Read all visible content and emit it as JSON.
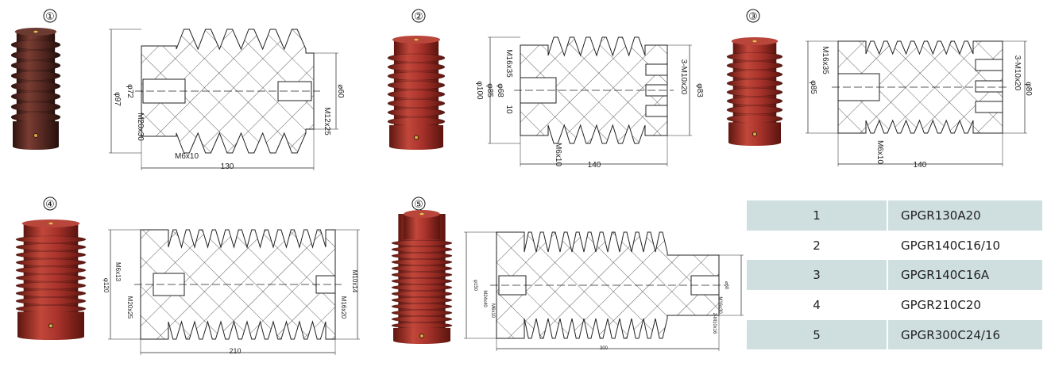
{
  "products": [
    {
      "number": "①",
      "color": "#5a2b24",
      "dims": {
        "d_outer": "φ97",
        "d_inner": "φ72",
        "thread_left": "M20x30",
        "d_right": "⌀60",
        "thread_right": "M12x25",
        "side_hole": "M6x10",
        "length": "130"
      }
    },
    {
      "number": "②",
      "color": "#a8332b",
      "dims": {
        "d_outer": "φ100",
        "d_mid": "φ85",
        "d_inner": "φ68",
        "thread_left": "M16x35",
        "offset": "10",
        "side_hole": "M6x10",
        "length": "140",
        "thread_right": "3-M10x20",
        "d_right": "φ83"
      }
    },
    {
      "number": "③",
      "color": "#a8332b",
      "dims": {
        "thread_left": "M16x35",
        "d_outer": "φ85",
        "side_hole": "M6x10",
        "length": "140",
        "thread_right": "3-M10x20",
        "d_right": "φ80"
      }
    },
    {
      "number": "④",
      "color": "#a8332b",
      "dims": {
        "side_hole": "M6x13",
        "d_outer": "φ120",
        "thread_left": "M20x25",
        "length": "210",
        "thread_right_small": "M10x14",
        "thread_right": "M16x20"
      }
    },
    {
      "number": "⑤",
      "color": "#a8332b",
      "dims": {
        "d_outer": "φ150",
        "thread_left": "M24x40",
        "side_hole": "M6x10",
        "d_right": "⌀60",
        "thread_right": "M16x30",
        "thread_right_small": "2-M10x16",
        "length": "300"
      }
    }
  ],
  "table": {
    "rows": [
      {
        "no": "1",
        "model": "GPGR130A20"
      },
      {
        "no": "2",
        "model": "GPGR140C16/10"
      },
      {
        "no": "3",
        "model": "GPGR140C16A"
      },
      {
        "no": "4",
        "model": "GPGR210C20"
      },
      {
        "no": "5",
        "model": "GPGR300C24/16"
      }
    ],
    "row_color": "#cfdfe0"
  }
}
